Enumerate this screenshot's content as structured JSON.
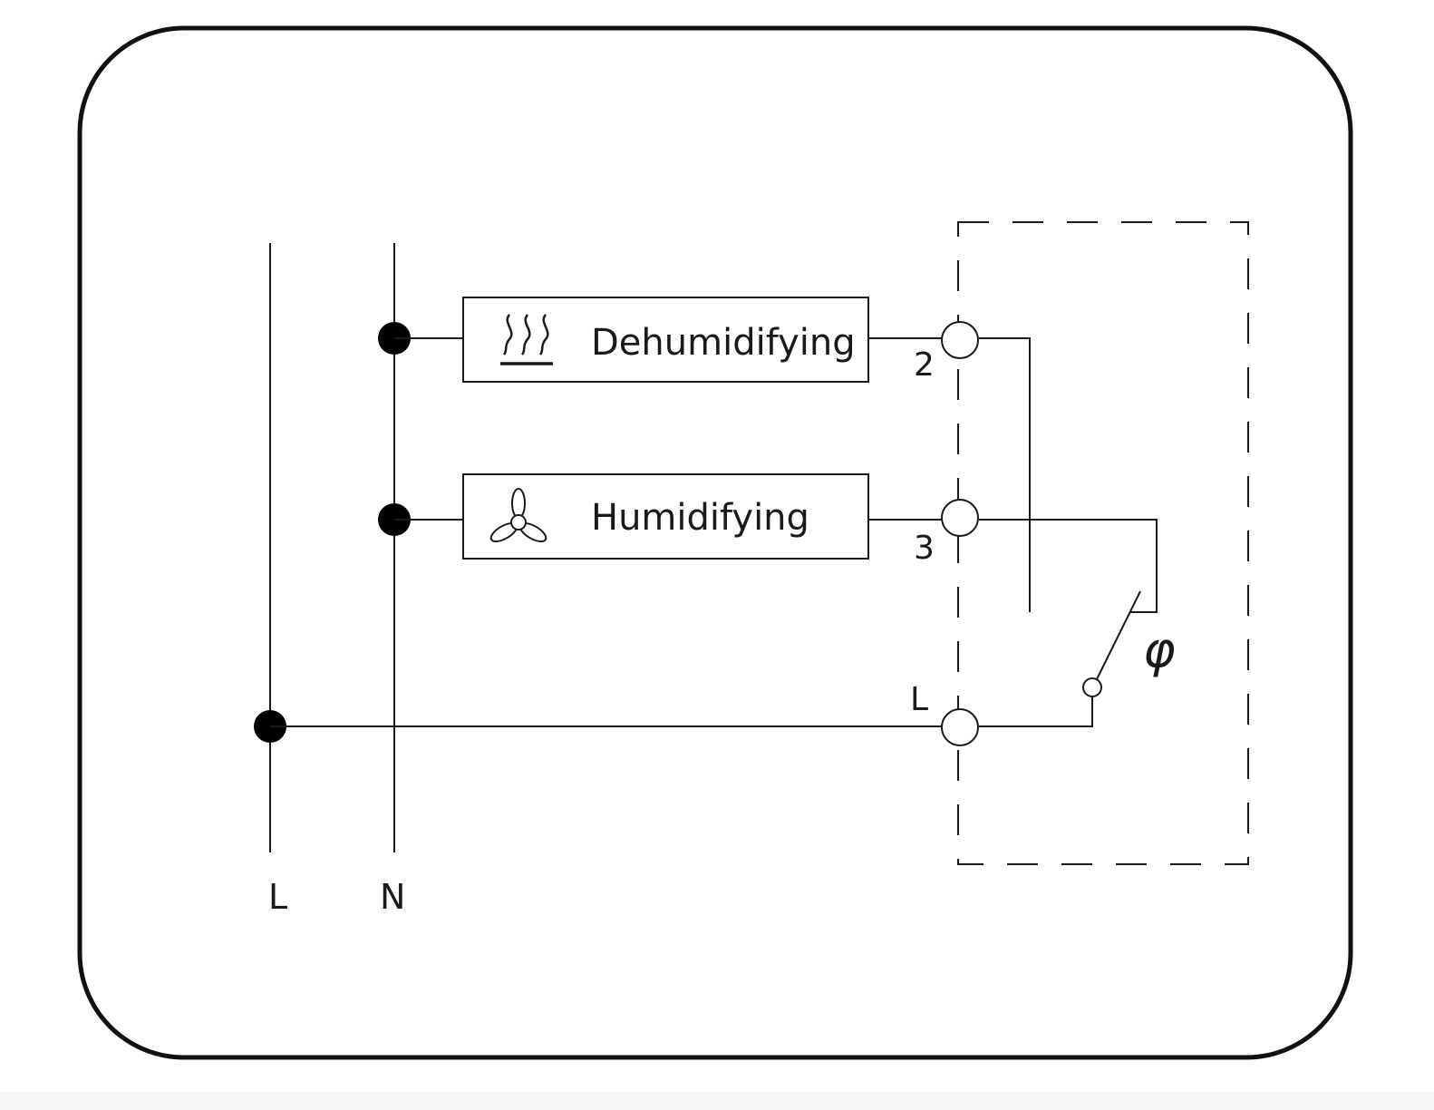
{
  "bus_labels": {
    "line": "L",
    "neutral": "N"
  },
  "loads": [
    {
      "label": "Dehumidifying",
      "icon": "heat-waves-icon"
    },
    {
      "label": "Humidifying",
      "icon": "fan-icon"
    }
  ],
  "terminals": {
    "t2": "2",
    "t3": "3",
    "tL": "L"
  },
  "sensor_symbol": "φ"
}
